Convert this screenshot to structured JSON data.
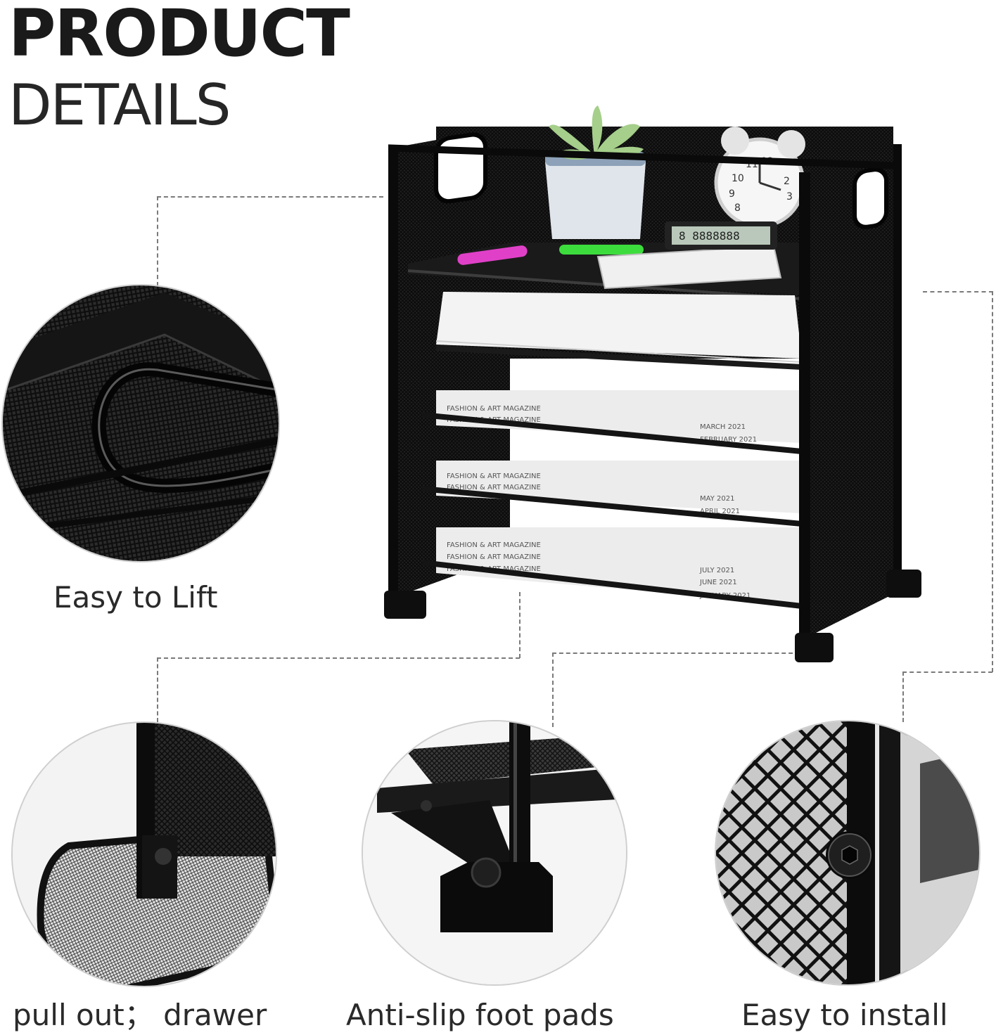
{
  "header": {
    "line1": "PRODUCT",
    "line2": "DETAILS"
  },
  "features": [
    {
      "label": "Easy to Lift",
      "icon": "lift-handle-closeup"
    },
    {
      "label": "pull out； drawer",
      "icon": "drawer-tray-closeup"
    },
    {
      "label": "Anti-slip foot pads",
      "icon": "foot-pad-closeup"
    },
    {
      "label": "Easy to install",
      "icon": "screw-closeup"
    }
  ],
  "product": {
    "magazine_labels": [
      "FASHION & ART MAGAZINE",
      "FASHION & ART MAGAZINE",
      "FASHION & ART MAGAZINE",
      "FASHION & ART MAGAZINE",
      "FASHION & ART MAGAZINE",
      "FASHION & ART MAGAZINE",
      "FASHION & ART MAGAZINE"
    ],
    "magazine_dates": [
      "MARCH 2021",
      "FEBRUARY 2021",
      "MAY 2021",
      "APRIL 2021",
      "JULY 2021",
      "JUNE 2021",
      "JANUARY 2021"
    ],
    "calculator_display": "8 8888888",
    "clock_numbers": [
      "10",
      "11",
      "12",
      "2",
      "3",
      "9",
      "8"
    ]
  },
  "colors": {
    "metal": "#141414",
    "paper": "#f1f1f1",
    "leader": "#7a7a7a"
  }
}
